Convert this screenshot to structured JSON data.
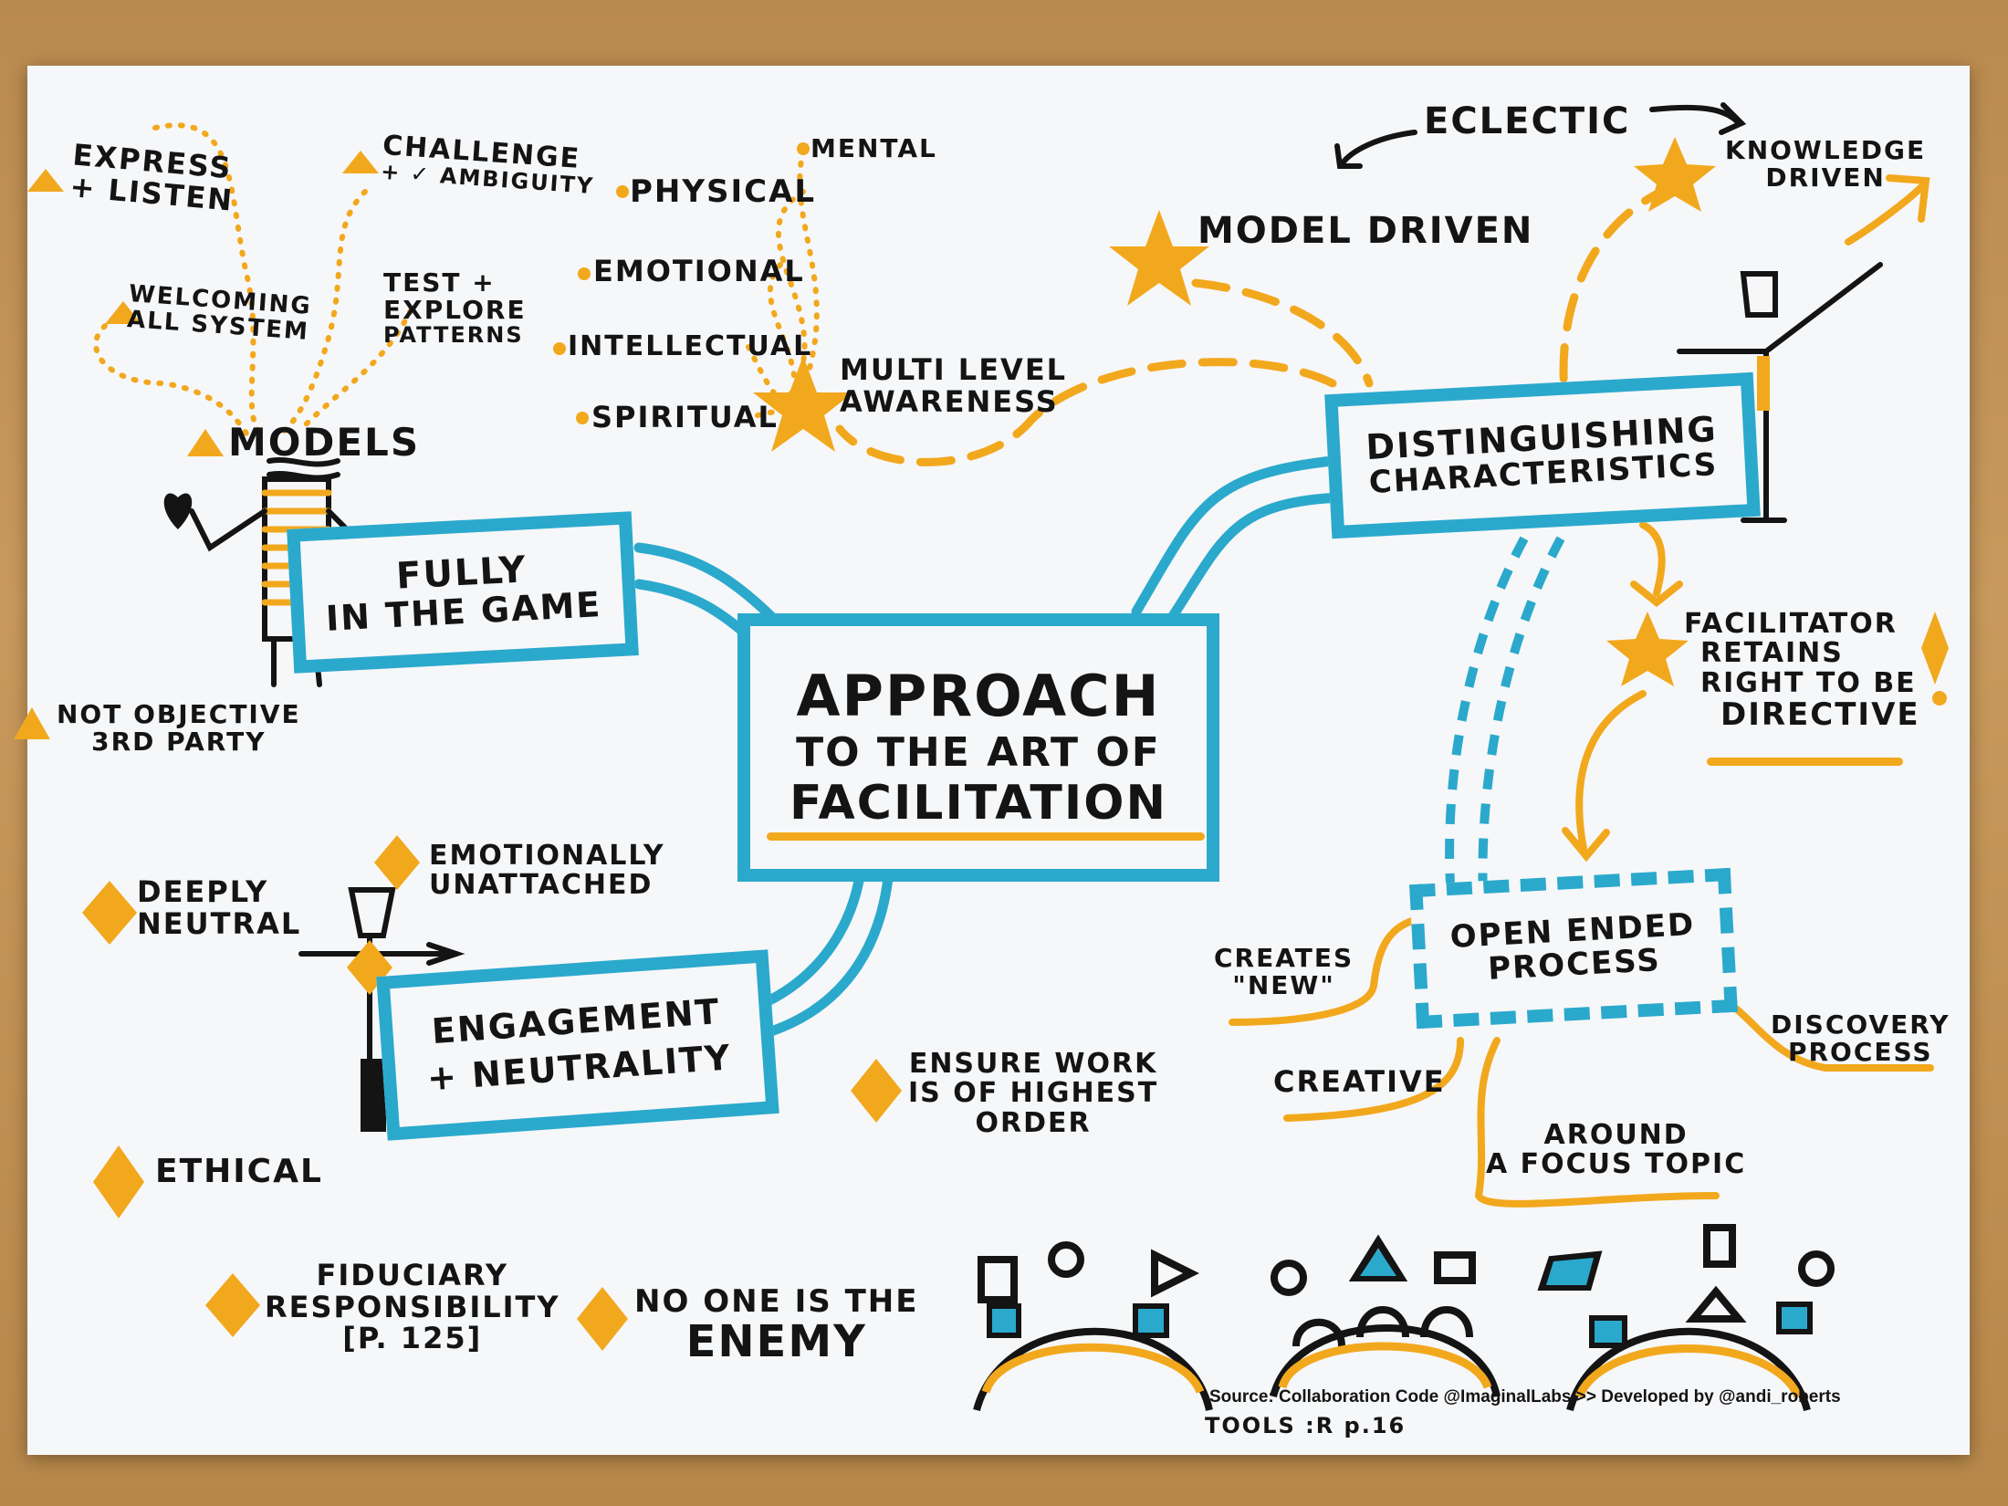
{
  "title": {
    "line1": "APPROACH",
    "line2": "TO THE ART OF",
    "line3": "FACILITATION"
  },
  "branches": {
    "fully": {
      "line1": "FULLY",
      "line2": "IN THE GAME"
    },
    "engagement": {
      "line1": "ENGAGEMENT",
      "line2": "+ NEUTRALITY"
    },
    "distinguishing": {
      "line1": "DISTINGUISHING",
      "line2": "CHARACTERISTICS"
    },
    "open": {
      "line1": "OPEN ENDED",
      "line2": "PROCESS"
    }
  },
  "fully_items": {
    "express": {
      "line1": "EXPRESS",
      "line2": "+ LISTEN"
    },
    "challenge": {
      "line1": "CHALLENGE",
      "line2": "+ ✓ AMBIGUITY"
    },
    "welcoming": {
      "line1": "WELCOMING",
      "line2": "ALL SYSTEM"
    },
    "test": {
      "line1": "TEST +",
      "line2": "EXPLORE",
      "line3": "PATTERNS"
    },
    "models": "MODELS",
    "not_objective": {
      "line1": "NOT OBJECTIVE",
      "line2": "3RD PARTY"
    }
  },
  "awareness": {
    "mental": "MENTAL",
    "physical": "PHYSICAL",
    "emotional": "EMOTIONAL",
    "intellectual": "INTELLECTUAL",
    "spiritual": "SPIRITUAL",
    "multi": {
      "line1": "MULTI LEVEL",
      "line2": "AWARENESS"
    }
  },
  "distinguishing_items": {
    "eclectic": "ECLECTIC",
    "model_driven": "MODEL DRIVEN",
    "knowledge": {
      "line1": "KNOWLEDGE",
      "line2": "DRIVEN"
    },
    "facilitator": {
      "line1": "FACILITATOR",
      "line2": "RETAINS",
      "line3": "RIGHT TO BE",
      "line4": "DIRECTIVE"
    }
  },
  "open_items": {
    "creates": {
      "line1": "CREATES",
      "line2": "\"NEW\""
    },
    "creative": "CREATIVE",
    "discovery": {
      "line1": "DISCOVERY",
      "line2": "PROCESS"
    },
    "focus": {
      "line1": "AROUND",
      "line2": "A FOCUS TOPIC"
    }
  },
  "engagement_items": {
    "deeply": {
      "line1": "DEEPLY",
      "line2": "NEUTRAL"
    },
    "emotionally": {
      "line1": "EMOTIONALLY",
      "line2": "UNATTACHED"
    },
    "ethical": "ETHICAL",
    "ensure": {
      "line1": "ENSURE WORK",
      "line2": "IS OF HIGHEST",
      "line3": "ORDER"
    },
    "fiduciary": {
      "line1": "FIDUCIARY",
      "line2": "RESPONSIBILITY",
      "line3": "[P. 125]"
    },
    "enemy": {
      "line1": "NO ONE IS THE",
      "line2": "ENEMY"
    }
  },
  "footer": {
    "source": "Source: Collaboration Code @ImaginalLabs >> Developed by @andi_roberts",
    "tools": "TOOLS :R p.16"
  },
  "colors": {
    "blue": "#2ba9cc",
    "orange": "#f2a81d",
    "ink": "#141414",
    "paper": "#f6f7f9"
  }
}
